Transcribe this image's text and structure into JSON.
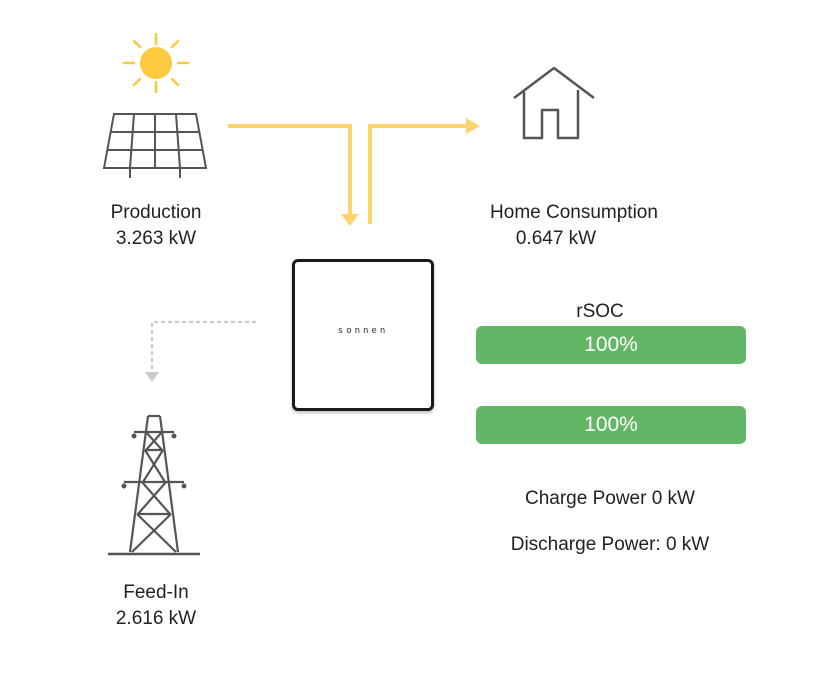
{
  "production": {
    "label": "Production",
    "value": "3.263 kW"
  },
  "consumption": {
    "label": "Home Consumption",
    "value": "0.647 kW"
  },
  "feed_in": {
    "label": "Feed-In",
    "value": "2.616 kW"
  },
  "battery": {
    "brand": "sonnen"
  },
  "rsoc": {
    "label": "rSOC"
  },
  "bars": [
    {
      "text": "100%",
      "fraction": 1.0
    },
    {
      "text": "100%",
      "fraction": 1.0
    }
  ],
  "charge_power": "Charge Power 0 kW",
  "discharge_power": "Discharge Power: 0 kW",
  "colors": {
    "flow_active": "#fdd36b",
    "flow_inactive": "#c8c8c8",
    "bar_fill": "#62b665",
    "sun": "#fdc93f",
    "icon_stroke": "#555555"
  },
  "icons": [
    "sun-icon",
    "solar-panel-icon",
    "house-icon",
    "power-tower-icon",
    "battery-unit-icon"
  ]
}
